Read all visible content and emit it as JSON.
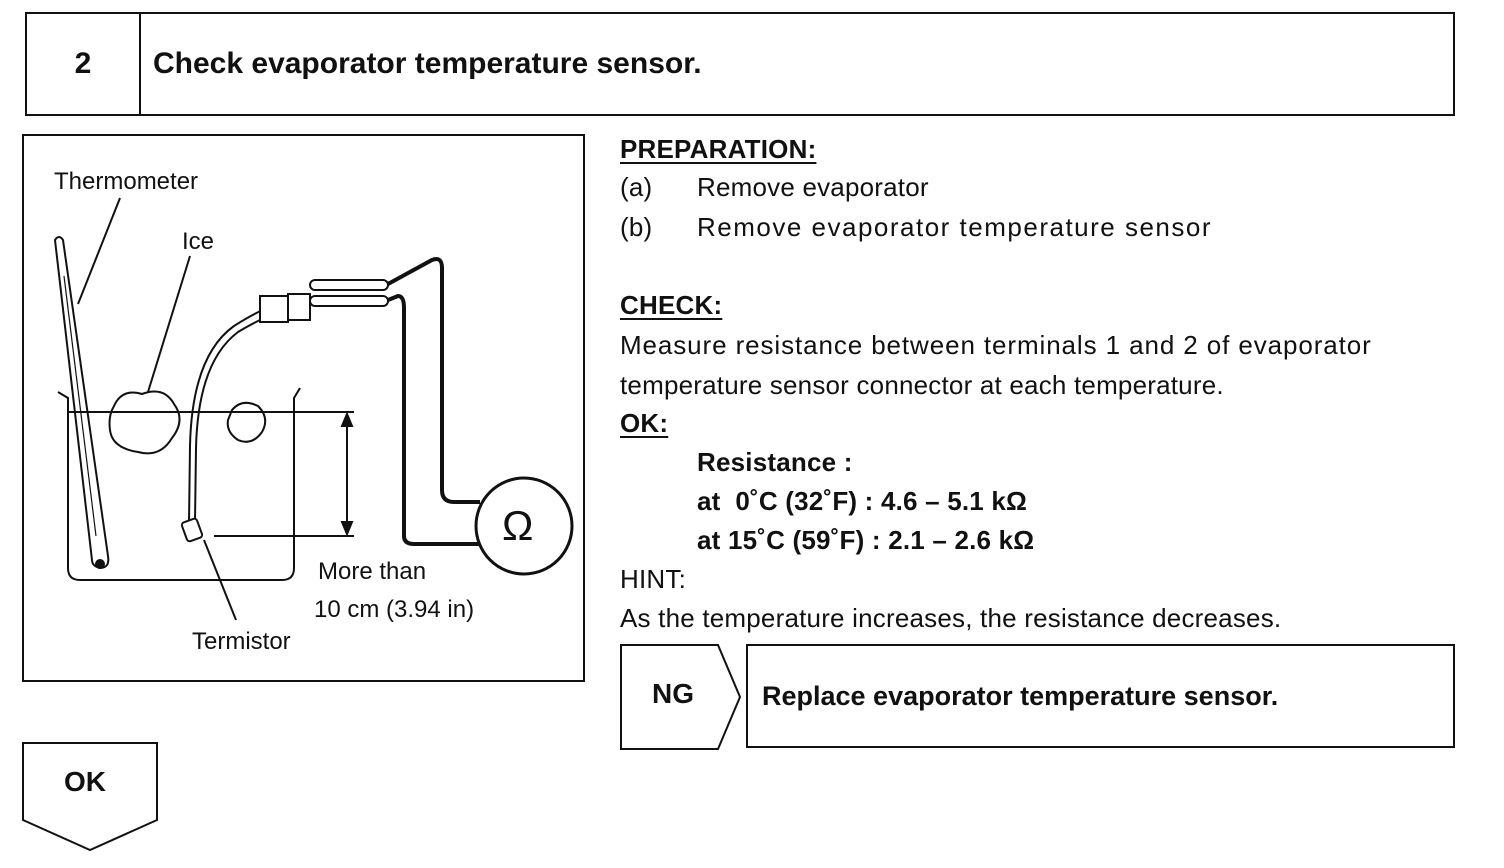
{
  "step": {
    "number": "2",
    "title": "Check evaporator temperature sensor."
  },
  "figure": {
    "labels": {
      "thermometer": "Thermometer",
      "ice": "Ice",
      "more_than": "More than",
      "distance": "10 cm (3.94 in)",
      "termistor": "Termistor",
      "ohm_symbol": "Ω"
    }
  },
  "preparation": {
    "heading": "PREPARATION:",
    "items": [
      {
        "marker": "(a)",
        "text": "Remove evaporator"
      },
      {
        "marker": "(b)",
        "text": "Remove evaporator temperature sensor"
      }
    ]
  },
  "check": {
    "heading": "CHECK:",
    "line1": "Measure resistance between terminals 1 and 2 of evaporator",
    "line2": "temperature sensor connector at each temperature."
  },
  "ok_spec": {
    "heading": "OK:",
    "resistance_label": "Resistance :",
    "spec1": "at  0˚C (32˚F) : 4.6 – 5.1 kΩ",
    "spec2": "at 15˚C (59˚F) : 2.1 – 2.6 kΩ"
  },
  "hint": {
    "heading": "HINT:",
    "text": "As the temperature increases, the resistance decreases."
  },
  "ng": {
    "label": "NG",
    "action": "Replace evaporator temperature sensor."
  },
  "ok": {
    "label": "OK"
  }
}
